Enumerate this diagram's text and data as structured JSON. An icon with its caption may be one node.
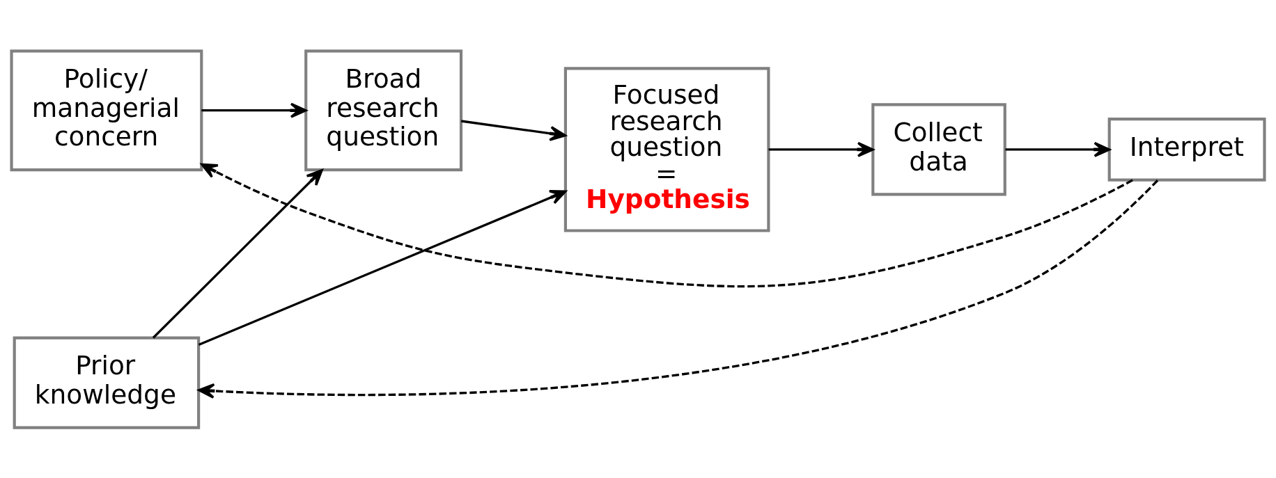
{
  "diagram": {
    "nodes": [
      {
        "text": [
          "Policy/ managerial concern"
        ]
      },
      {
        "text": [
          "Broad research question"
        ]
      },
      {
        "text": [
          "Prior knowledge"
        ]
      },
      {
        "text": [
          "Focused research question",
          "= **Hypothesis**"
        ]
      },
      {
        "text": [
          "Collect data"
        ]
      },
      {
        "text": [
          "Interpret"
        ]
      }
    ],
    "edges": [
      {
        "from": 0,
        "to": 1,
        "arrow": "to"
      },
      {
        "from": 2,
        "to": 1,
        "arrow": "to"
      },
      {
        "from": 1,
        "to": 3,
        "arrow": "to"
      },
      {
        "from": 2,
        "to": 3,
        "arrow": "to"
      },
      {
        "from": 3,
        "to": 4,
        "arrow": "to"
      },
      {
        "from": 4,
        "to": 5,
        "arrow": "to"
      },
      {
        "from": 5,
        "to": 2,
        "arrow": "to",
        "style": "dashed"
      },
      {
        "from": 5,
        "to": 0,
        "arrow": "to",
        "style": "dashed"
      }
    ]
  }
}
